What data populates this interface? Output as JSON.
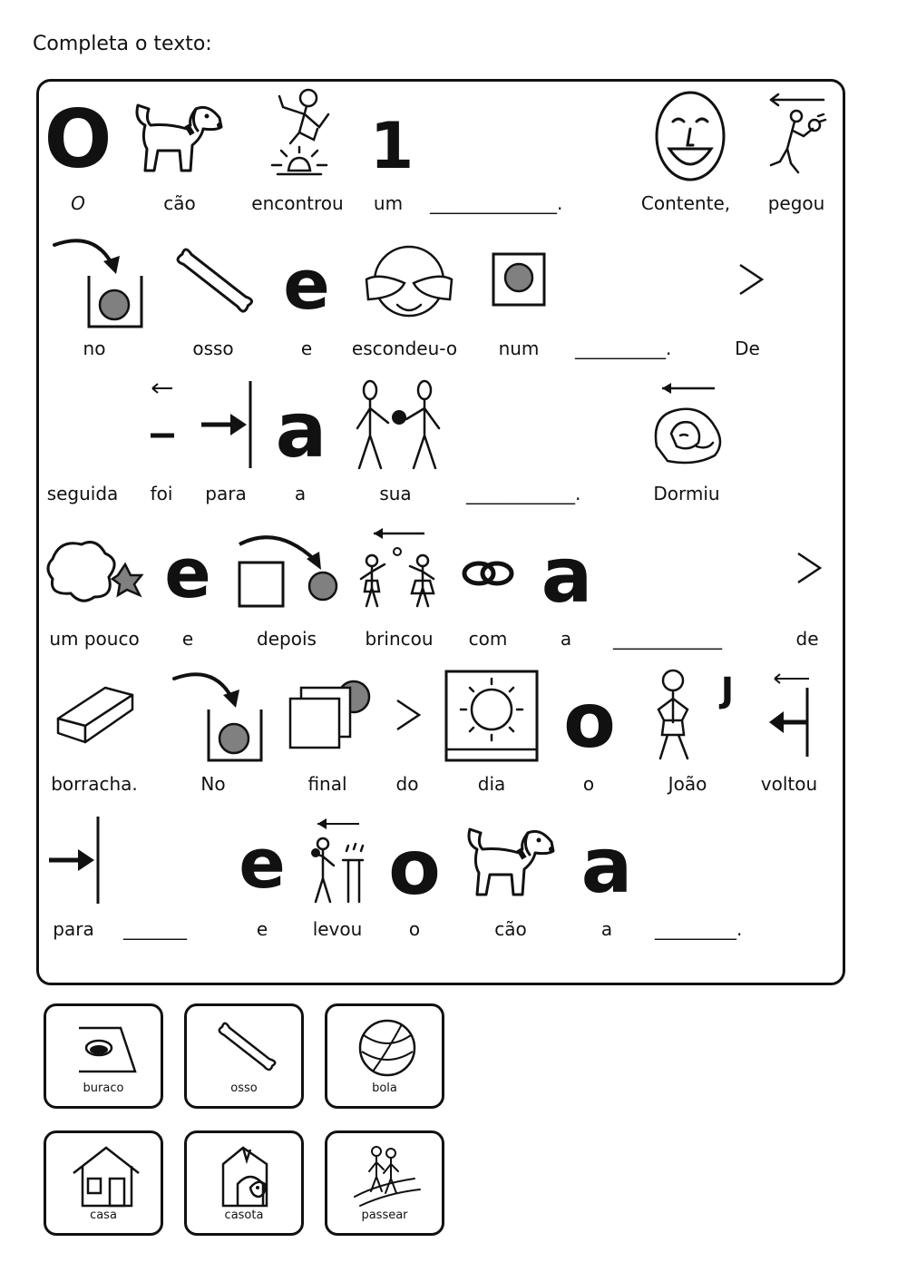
{
  "instruction": "Completa o texto:",
  "lines": [
    {
      "words": [
        "O",
        "cão",
        "encontrou",
        "um",
        "Contente,",
        "pegou"
      ],
      "blank": "______________."
    },
    {
      "words": [
        "no",
        "osso",
        "e",
        "escondeu-o",
        "num",
        "De"
      ],
      "blank": "__________."
    },
    {
      "words": [
        "seguida",
        "foi",
        "para",
        "a",
        "sua",
        "Dormiu"
      ],
      "blank": "____________."
    },
    {
      "words": [
        "um pouco",
        "e",
        "depois",
        "brincou",
        "com",
        "a",
        "de"
      ],
      "blank": "____________"
    },
    {
      "words": [
        "borracha.",
        "No",
        "final",
        "do",
        "dia",
        "o",
        "João",
        "voltou"
      ]
    },
    {
      "words": [
        "para",
        "e",
        "levou",
        "o",
        "cão",
        "a"
      ],
      "blank1": "_______",
      "blank2": "_________."
    }
  ],
  "symbol_letters": {
    "big_o": "O",
    "one": "1",
    "e": "e",
    "a": "a",
    "o": "o",
    "j": "J"
  },
  "cards": [
    {
      "label": "buraco",
      "icon": "hole-icon"
    },
    {
      "label": "osso",
      "icon": "bone-icon"
    },
    {
      "label": "bola",
      "icon": "ball-icon"
    },
    {
      "label": "casa",
      "icon": "house-icon"
    },
    {
      "label": "casota",
      "icon": "doghouse-icon"
    },
    {
      "label": "passear",
      "icon": "walking-icon"
    }
  ]
}
